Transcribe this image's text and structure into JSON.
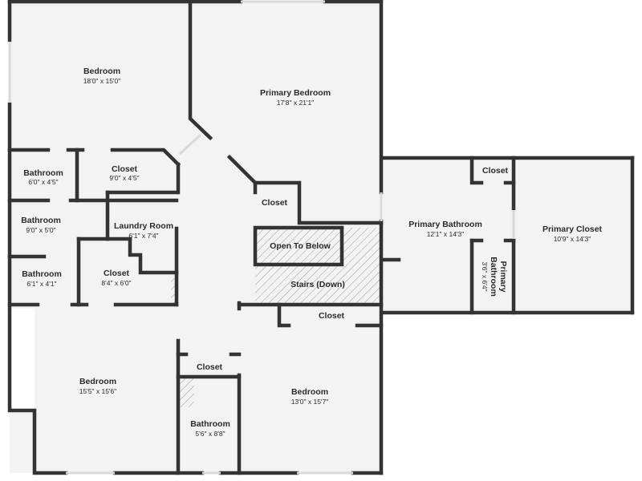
{
  "rooms": {
    "bedroom_nw": {
      "name": "Bedroom",
      "dim": "18'0\" x 15'0\""
    },
    "primary_bedroom": {
      "name": "Primary Bedroom",
      "dim": "17'8\" x 21'1\""
    },
    "bathroom_a": {
      "name": "Bathroom",
      "dim": "6'0\" x 4'5\""
    },
    "closet_a": {
      "name": "Closet",
      "dim": "9'0\" x 4'5\""
    },
    "closet_b": {
      "name": "Closet"
    },
    "bathroom_b": {
      "name": "Bathroom",
      "dim": "9'0\" x 5'0\""
    },
    "laundry": {
      "name": "Laundry Room",
      "dim": "6'1\" x 7'4\""
    },
    "open_below": {
      "name": "Open To Below"
    },
    "stairs": {
      "name": "Stairs (Down)"
    },
    "bathroom_c": {
      "name": "Bathroom",
      "dim": "6'1\" x 4'1\""
    },
    "closet_c": {
      "name": "Closet",
      "dim": "8'4\" x 6'0\""
    },
    "closet_d": {
      "name": "Closet"
    },
    "closet_e": {
      "name": "Closet"
    },
    "bedroom_sw": {
      "name": "Bedroom",
      "dim": "15'5\" x 15'6\""
    },
    "bedroom_s": {
      "name": "Bedroom",
      "dim": "13'0\" x 15'7\""
    },
    "bathroom_d": {
      "name": "Bathroom",
      "dim": "5'6\" x 8'8\""
    },
    "primary_bathroom": {
      "name": "Primary Bathroom",
      "dim": "12'1\" x 14'3\""
    },
    "closet_f": {
      "name": "Closet"
    },
    "primary_closet": {
      "name": "Primary Closet",
      "dim": "10'9\" x 14'3\""
    },
    "primary_bathroom_small": {
      "name_line1": "Primary",
      "name_line2": "Bathroom",
      "dim": "3'6\" x 6'4\""
    }
  },
  "colors": {
    "wall": "#333333",
    "floor": "#f3f3f3",
    "opening": "#d9d9d9"
  }
}
